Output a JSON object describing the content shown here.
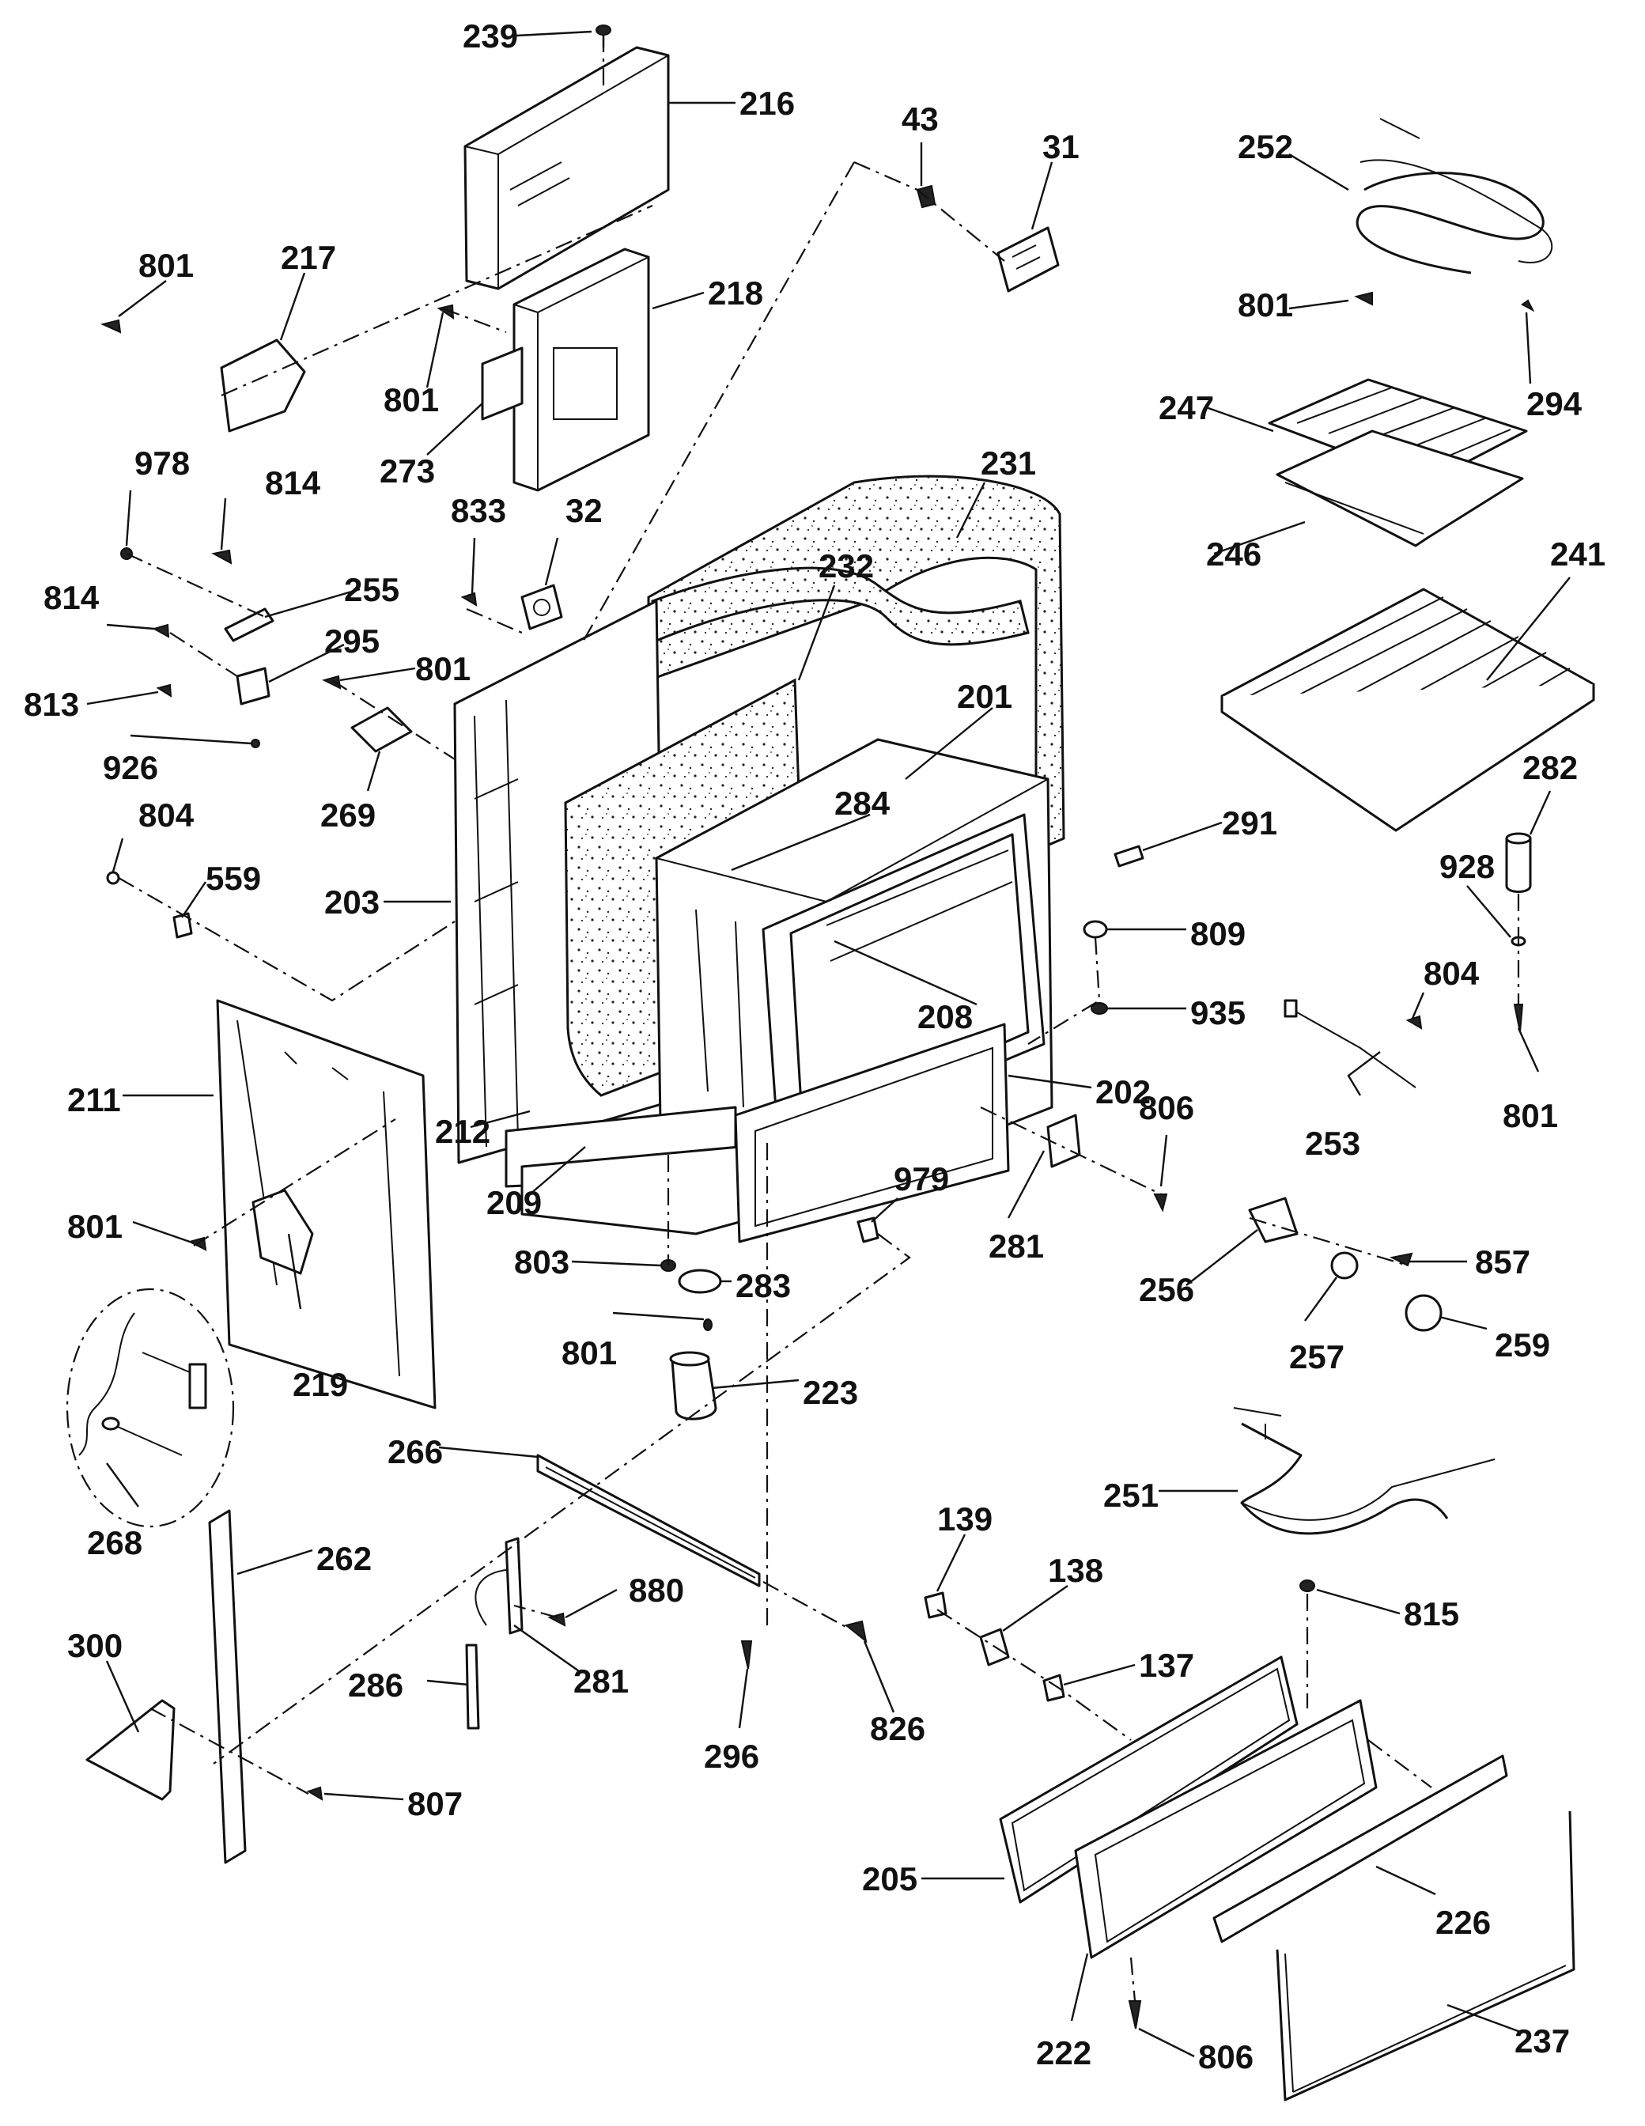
{
  "colors": {
    "ink": "#111111",
    "paper": "#ffffff"
  },
  "labels": {
    "l239": "239",
    "l216": "216",
    "l43": "43",
    "l31": "31",
    "l252": "252",
    "l801a": "801",
    "l217": "217",
    "l218": "218",
    "l801b": "801",
    "l273": "273",
    "l801c": "801",
    "l294": "294",
    "l247": "247",
    "l978": "978",
    "l814a": "814",
    "l231": "231",
    "l833": "833",
    "l32": "32",
    "l246": "246",
    "l241": "241",
    "l255": "255",
    "l814b": "814",
    "l295": "295",
    "l232": "232",
    "l801d": "801",
    "l813": "813",
    "l201": "201",
    "l926": "926",
    "l282": "282",
    "l804a": "804",
    "l269": "269",
    "l284": "284",
    "l291": "291",
    "l928": "928",
    "l559": "559",
    "l203": "203",
    "l809": "809",
    "l804b": "804",
    "l208": "208",
    "l935": "935",
    "l211": "211",
    "l202": "202",
    "l253": "253",
    "l801e": "801",
    "l806a": "806",
    "l212": "212",
    "l209": "209",
    "l979": "979",
    "l801f": "801",
    "l281a": "281",
    "l803": "803",
    "l857": "857",
    "l283": "283",
    "l256": "256",
    "l219": "219",
    "l801g": "801",
    "l257": "257",
    "l259": "259",
    "l223": "223",
    "l268": "268",
    "l266": "266",
    "l251": "251",
    "l139": "139",
    "l262": "262",
    "l880": "880",
    "l138": "138",
    "l815": "815",
    "l137": "137",
    "l300": "300",
    "l281b": "281",
    "l286": "286",
    "l826": "826",
    "l296": "296",
    "l807": "807",
    "l205": "205",
    "l226": "226",
    "l222": "222",
    "l237": "237",
    "l806b": "806"
  }
}
